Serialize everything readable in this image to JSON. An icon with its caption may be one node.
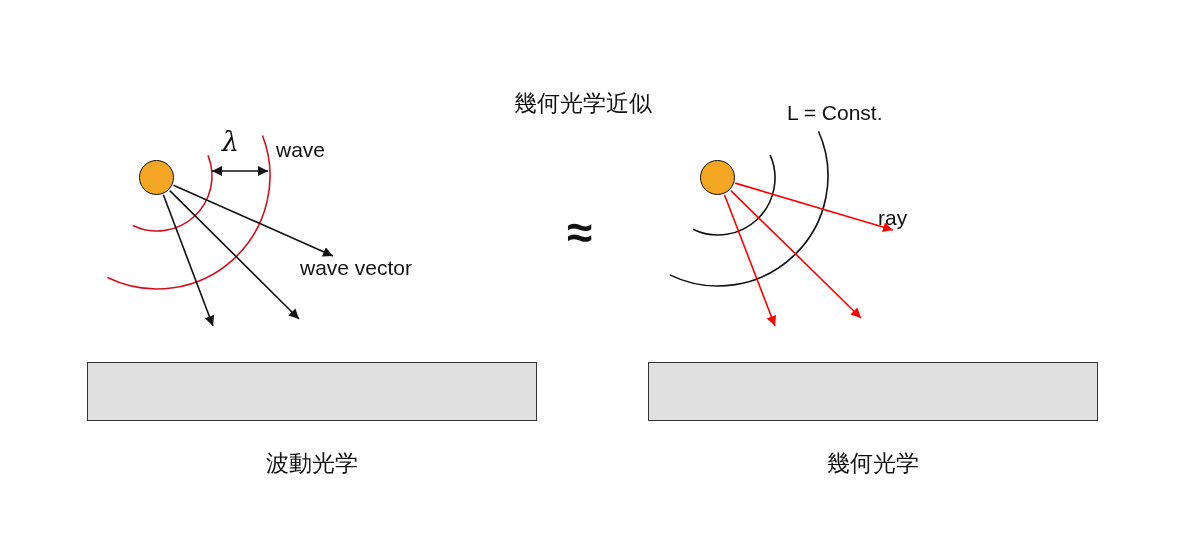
{
  "diagram": {
    "title": "幾何光学近似",
    "nodes": [
      {
        "text": [],
        "shape": "circle"
      },
      {
        "text": [],
        "shape": "circle"
      },
      {
        "text": [
          "ray"
        ]
      },
      {
        "text": [
          "wave vector"
        ]
      },
      {
        "text": [],
        "shape": "box",
        "beside": [
          "波動光学"
        ]
      },
      {
        "text": [],
        "shape": "box",
        "beside": [
          "幾何光学"
        ]
      }
    ],
    "edges": [
      {
        "from": 0,
        "to": 3,
        "arrow": "to"
      },
      {
        "from": 0,
        "to": null,
        "arrow": "to"
      },
      {
        "from": 0,
        "to": null,
        "arrow": "to"
      },
      {
        "from": 1,
        "to": 2,
        "arrow": "to",
        "color": "#ff0000"
      },
      {
        "from": 1,
        "to": null,
        "arrow": "to",
        "color": "#ff0000"
      },
      {
        "from": 1,
        "to": null,
        "arrow": "to",
        "color": "#ff0000"
      }
    ],
    "labels": [
      "λ",
      "wave",
      "≈",
      "L = Const."
    ]
  }
}
